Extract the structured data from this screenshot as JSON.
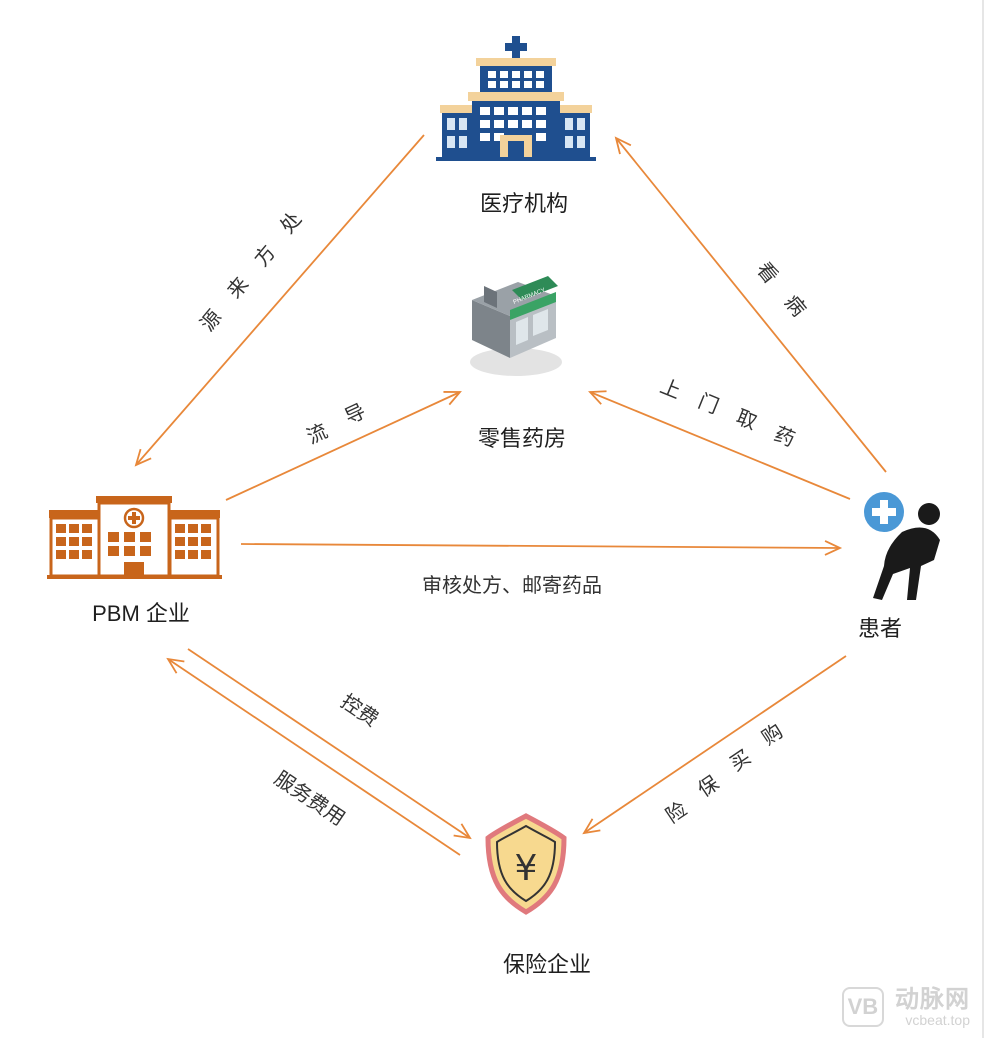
{
  "nodes": {
    "hospital": "医疗机构",
    "pharmacy": "零售药房",
    "pbm": "PBM 企业",
    "patient": "患者",
    "insurer": "保险企业"
  },
  "pharmacy_sign": "PHARMACY",
  "edges": {
    "rx_source": [
      "处",
      "方",
      "来",
      "源"
    ],
    "see_doctor": [
      "看",
      "病"
    ],
    "guide": [
      "导",
      "流"
    ],
    "pickup": [
      "上",
      "门",
      "取",
      "药"
    ],
    "review": "审核处方、邮寄药品",
    "buy_insurance": [
      "购",
      "买",
      "保",
      "险"
    ],
    "control_cost": "控费",
    "service_fee": "服务费用"
  },
  "watermark": {
    "logo": "VB",
    "cn": "动脉网",
    "en": "vcbeat.top"
  },
  "colors": {
    "arrow": "#e8883a",
    "pbm": "#c8651b",
    "hospital": "#1f4f8f",
    "hospital_band": "#f3d29b",
    "patient_cross": "#4a98d6",
    "shield_fill": "#f7d98f",
    "shield_edge": "#e0797d"
  }
}
